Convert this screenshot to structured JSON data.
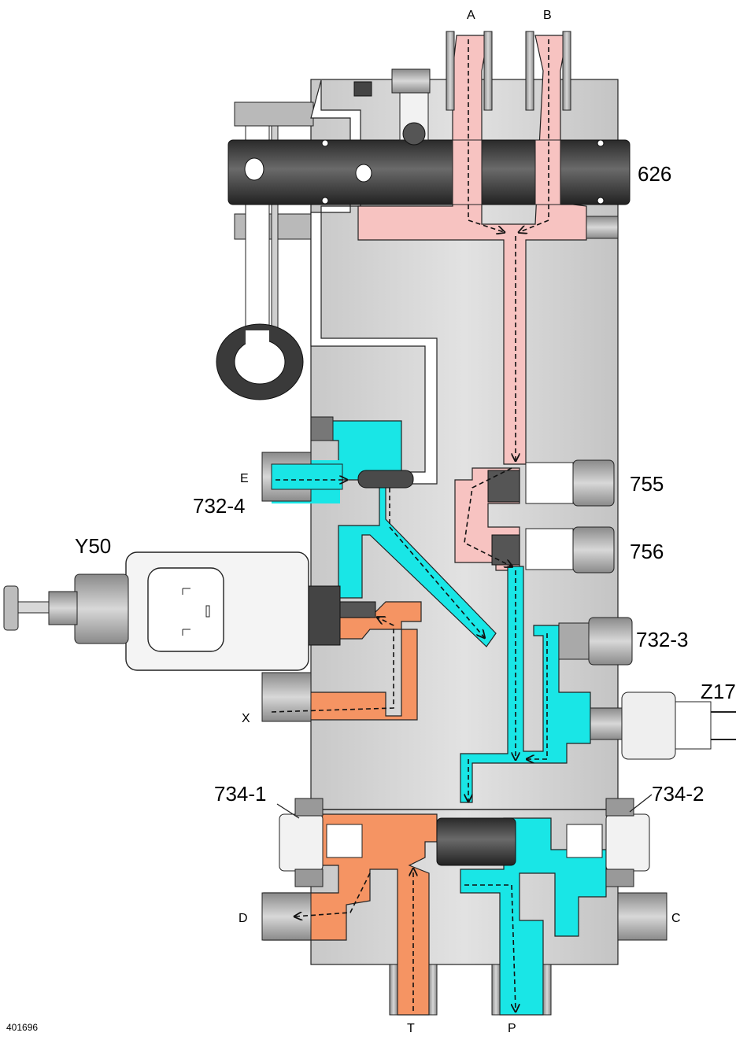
{
  "figure_id": "401696",
  "labels": {
    "port_a": "A",
    "port_b": "B",
    "valve_626": "626",
    "valve_755": "755",
    "valve_756": "756",
    "port_e": "E",
    "valve_732_4": "732-4",
    "solenoid_y50": "Y50",
    "valve_732_3": "732-3",
    "sensor_z17": "Z17",
    "port_x": "X",
    "valve_734_1": "734-1",
    "valve_734_2": "734-2",
    "port_d": "D",
    "port_c": "C",
    "port_t": "T",
    "port_p": "P"
  },
  "colors": {
    "block": "#d4d4d4",
    "pink_circuit": "#f7c3c1",
    "cyan_circuit": "#19e6e6",
    "orange_circuit": "#f59463",
    "spool": "#3c3c3c",
    "fitting": "#a9a9a9",
    "hose": "#ffffff"
  }
}
